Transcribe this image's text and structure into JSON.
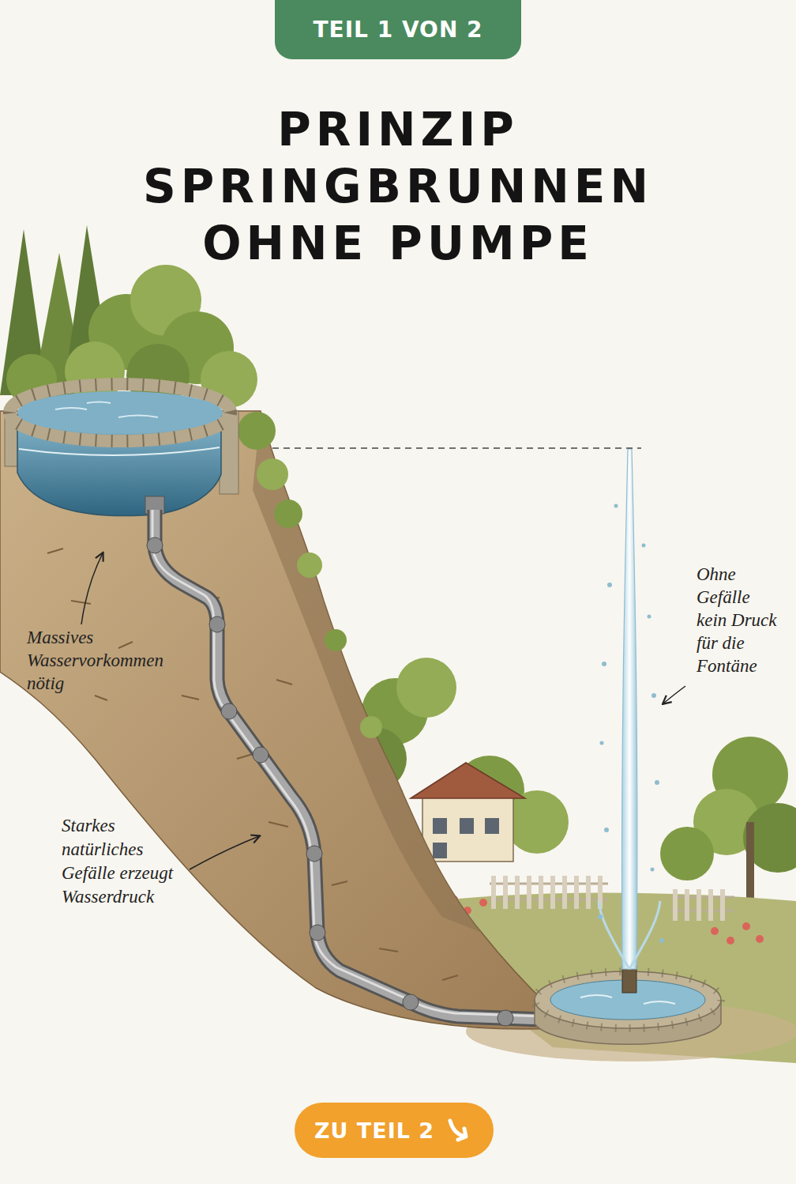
{
  "diagram": {
    "title": "PRINZIP SPRINGBRUNNEN OHNE PUMPE",
    "nodes": [
      {
        "text": [
          "TEIL 1 VON 2"
        ]
      },
      {
        "text": [
          "ZU TEIL 2"
        ]
      }
    ],
    "labels": [
      "Ohne Gefälle kein Druck für die Fontäne",
      "Massives Wasservorkommen nötig",
      "Starkes natürliches Gefälle erzeugt Wasserdruck"
    ]
  }
}
